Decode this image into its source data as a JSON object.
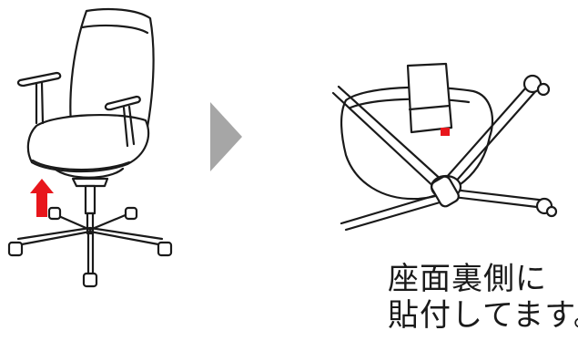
{
  "caption": {
    "line1": "座面裏側に",
    "line2": "貼付してます。"
  },
  "colors": {
    "line": "#1a1a1a",
    "arrow_red": "#e8161c",
    "marker_red": "#e8161c",
    "chevron_gray": "#a6a6a6",
    "background": "#ffffff"
  },
  "icons": {
    "left": "office-chair-illustration",
    "middle": "chevron-right-icon",
    "up_arrow": "up-arrow-icon",
    "right": "chair-underside-illustration"
  }
}
